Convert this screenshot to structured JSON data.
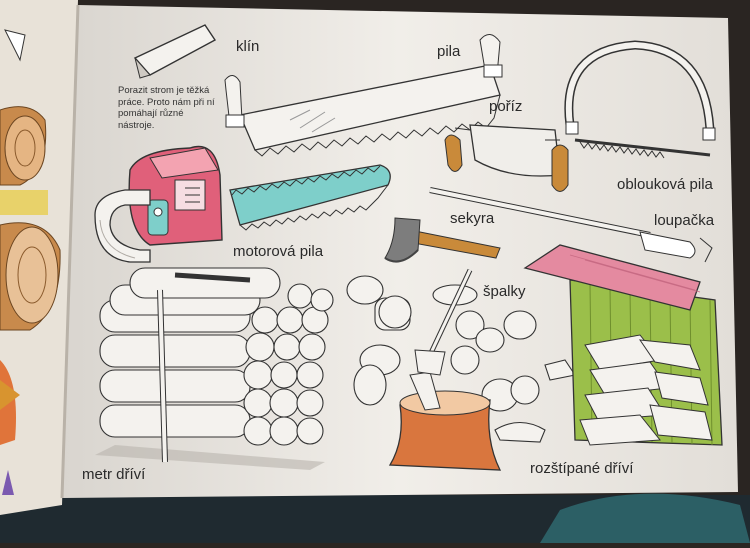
{
  "intro_text": "Porazit strom je těžká práce. Proto nám při ní pomáhají různé nástroje.",
  "labels": {
    "klin": "klín",
    "pila": "pila",
    "poriz": "poříz",
    "motorova_pila": "motorová pila",
    "sekyra": "sekyra",
    "obloukova_pila": "oblouková pila",
    "loupacka": "loupačka",
    "spalky": "špalky",
    "metr_drivi": "metr dříví",
    "rozstipane_drivi": "rozštípané dříví"
  },
  "colors": {
    "page": "#eeebe6",
    "chainsaw_body": "#e0607a",
    "chainsaw_bar": "#7ecfca",
    "stump": "#d9763e",
    "roof": "#e48aa0",
    "shed_wall": "#9bbf4a",
    "handle": "#c98a3a",
    "wood_left": "#c88a4c"
  }
}
